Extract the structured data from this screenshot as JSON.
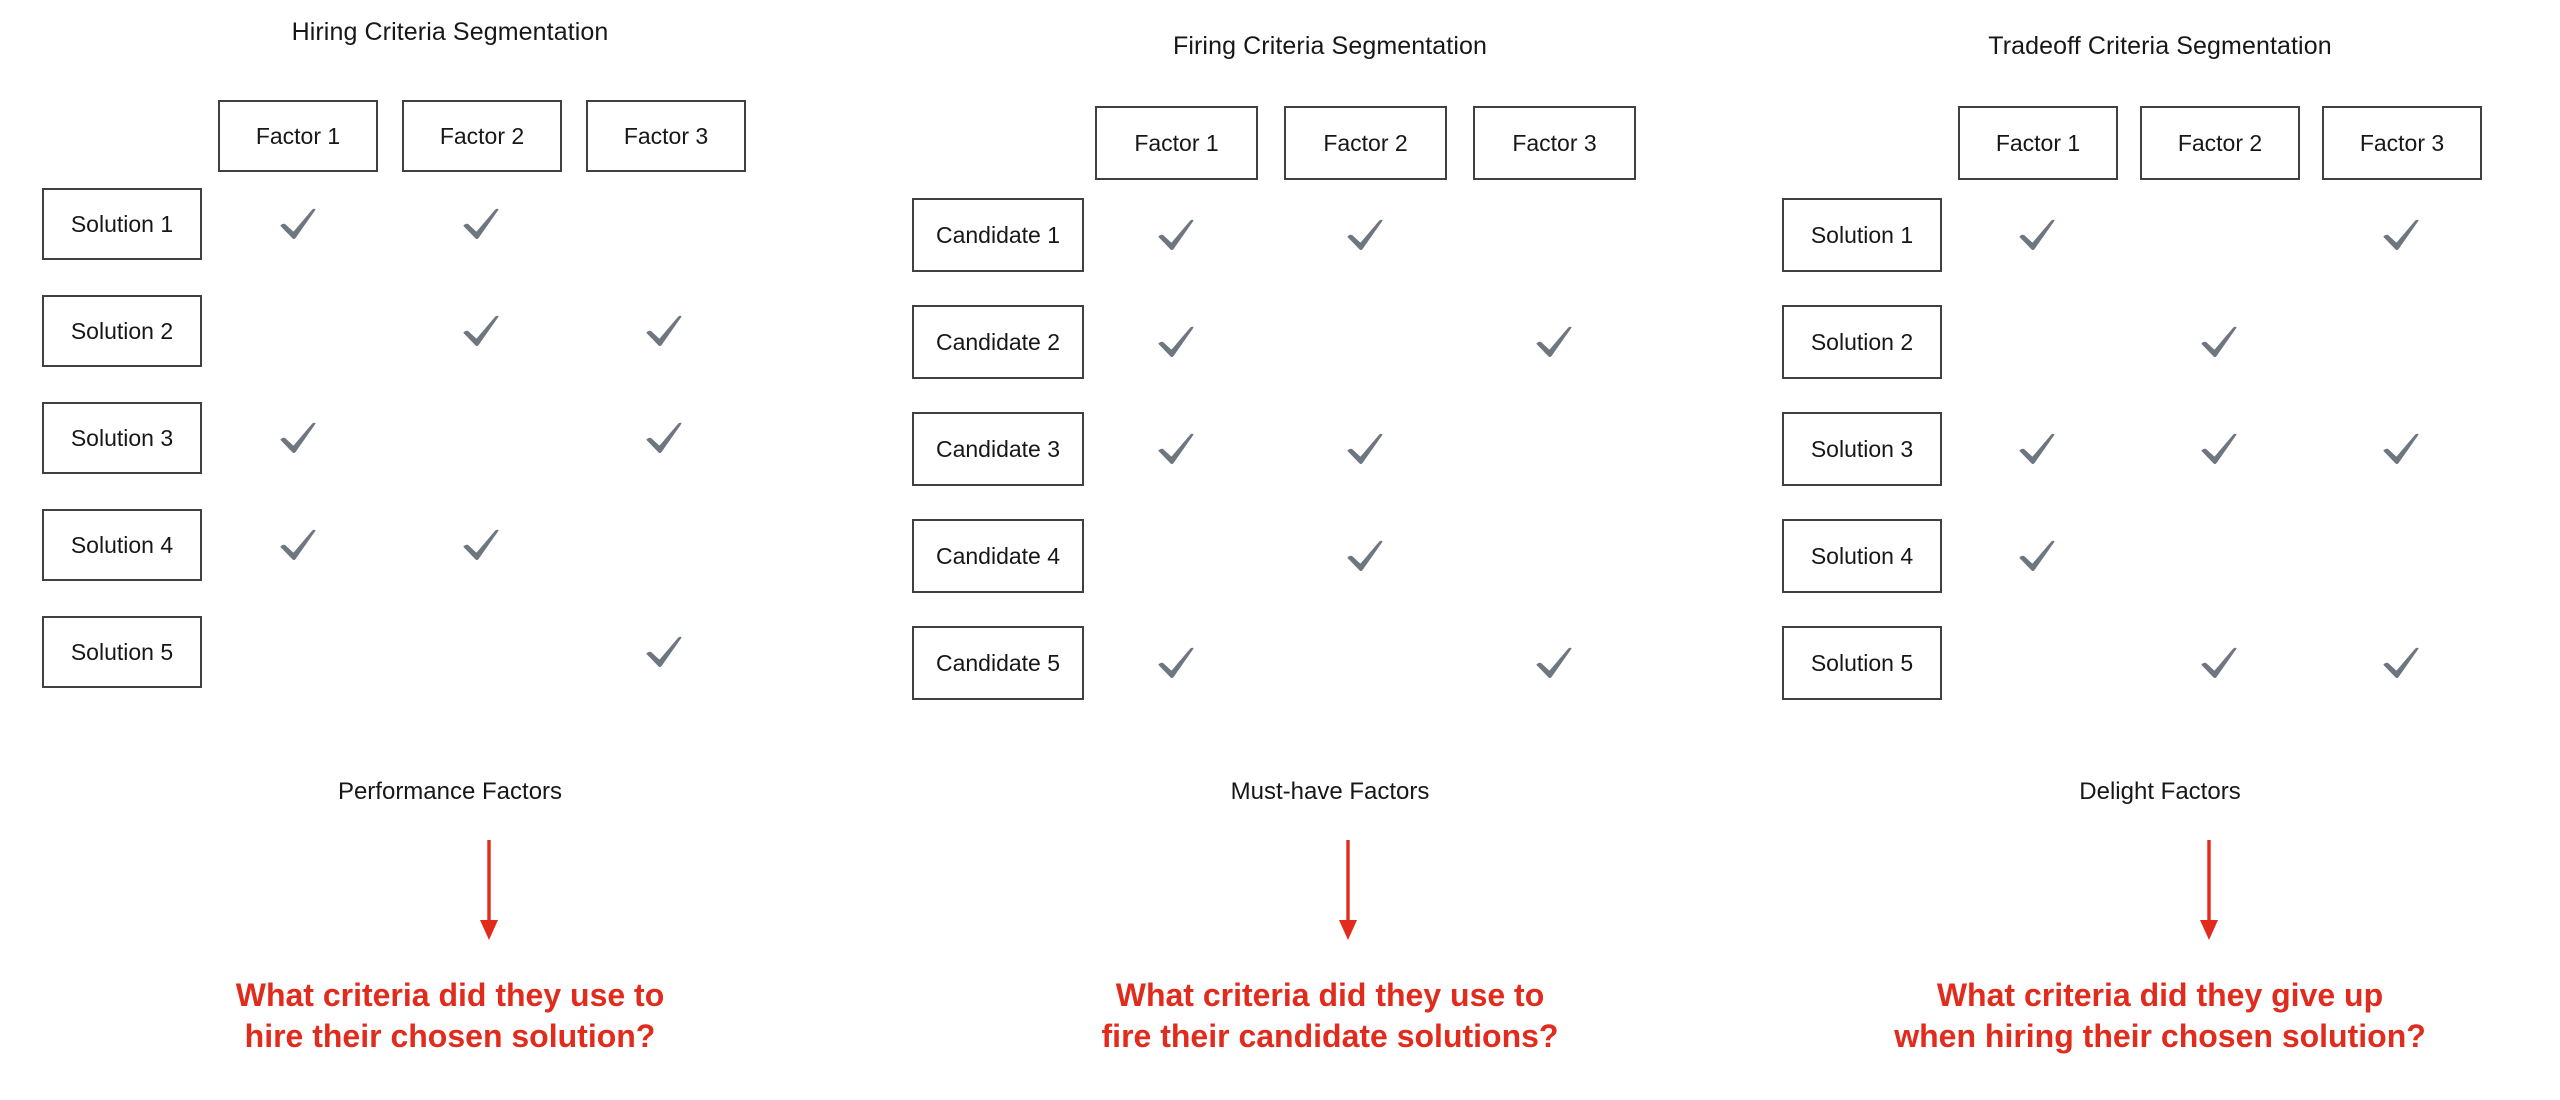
{
  "accent_color": "#e02b1d",
  "check_color": "#6e7780",
  "box_border_color": "#404040",
  "panels": [
    {
      "id": "hiring",
      "title": "Hiring Criteria Segmentation",
      "column_headers": [
        "Factor 1",
        "Factor 2",
        "Factor 3"
      ],
      "row_labels": [
        "Solution 1",
        "Solution 2",
        "Solution 3",
        "Solution 4",
        "Solution 5"
      ],
      "matrix": [
        [
          true,
          true,
          false
        ],
        [
          false,
          true,
          true
        ],
        [
          true,
          false,
          true
        ],
        [
          true,
          true,
          false
        ],
        [
          false,
          false,
          true
        ]
      ],
      "footer_label": "Performance Factors",
      "arrow_icon": "down-arrow-icon",
      "question_lines": [
        "What criteria did they use to",
        "hire their chosen solution?"
      ]
    },
    {
      "id": "firing",
      "title": "Firing Criteria Segmentation",
      "column_headers": [
        "Factor 1",
        "Factor 2",
        "Factor 3"
      ],
      "row_labels": [
        "Candidate 1",
        "Candidate 2",
        "Candidate 3",
        "Candidate 4",
        "Candidate 5"
      ],
      "matrix": [
        [
          true,
          true,
          false
        ],
        [
          true,
          false,
          true
        ],
        [
          true,
          true,
          false
        ],
        [
          false,
          true,
          false
        ],
        [
          true,
          false,
          true
        ]
      ],
      "footer_label": "Must-have Factors",
      "arrow_icon": "down-arrow-icon",
      "question_lines": [
        "What criteria did they use to",
        "fire their candidate solutions?"
      ]
    },
    {
      "id": "tradeoff",
      "title": "Tradeoff Criteria Segmentation",
      "column_headers": [
        "Factor 1",
        "Factor 2",
        "Factor 3"
      ],
      "row_labels": [
        "Solution 1",
        "Solution 2",
        "Solution 3",
        "Solution 4",
        "Solution 5"
      ],
      "matrix": [
        [
          true,
          false,
          true
        ],
        [
          false,
          true,
          false
        ],
        [
          true,
          true,
          true
        ],
        [
          true,
          false,
          false
        ],
        [
          false,
          true,
          true
        ]
      ],
      "footer_label": "Delight Factors",
      "arrow_icon": "down-arrow-icon",
      "question_lines": [
        "What criteria did they give up",
        "when hiring their chosen solution?"
      ]
    }
  ]
}
